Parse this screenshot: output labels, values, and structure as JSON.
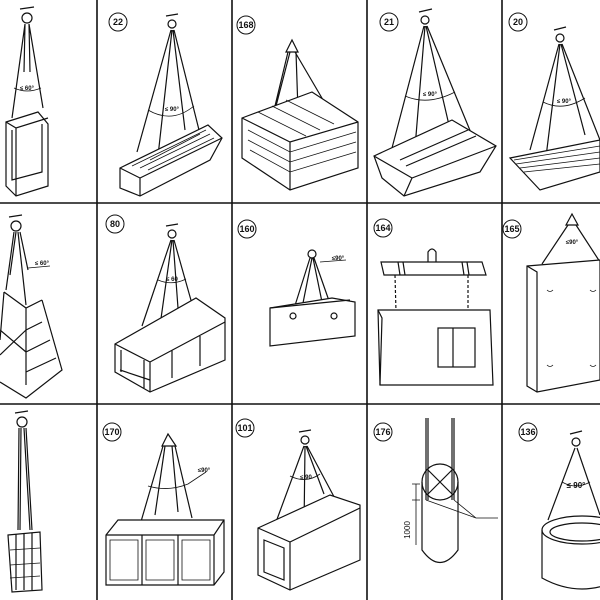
{
  "cells": [
    {
      "id": "",
      "angle": "≤ 60°"
    },
    {
      "id": "22",
      "angle": "≤ 90°"
    },
    {
      "id": "168",
      "angle": ""
    },
    {
      "id": "21",
      "angle": "≤ 90°"
    },
    {
      "id": "20",
      "angle": "≤ 90°"
    },
    {
      "id": "",
      "angle": "≤ 60°"
    },
    {
      "id": "80",
      "angle": "≤ 60"
    },
    {
      "id": "160",
      "angle": "≤90°"
    },
    {
      "id": "164",
      "angle": ""
    },
    {
      "id": "165",
      "angle": "≤90°"
    },
    {
      "id": "",
      "angle": ""
    },
    {
      "id": "170",
      "angle": "≤90°"
    },
    {
      "id": "101",
      "angle": "≤ 90"
    },
    {
      "id": "176",
      "angle": "",
      "dimension": "1000"
    },
    {
      "id": "136",
      "angle": "≤ 90°"
    }
  ]
}
